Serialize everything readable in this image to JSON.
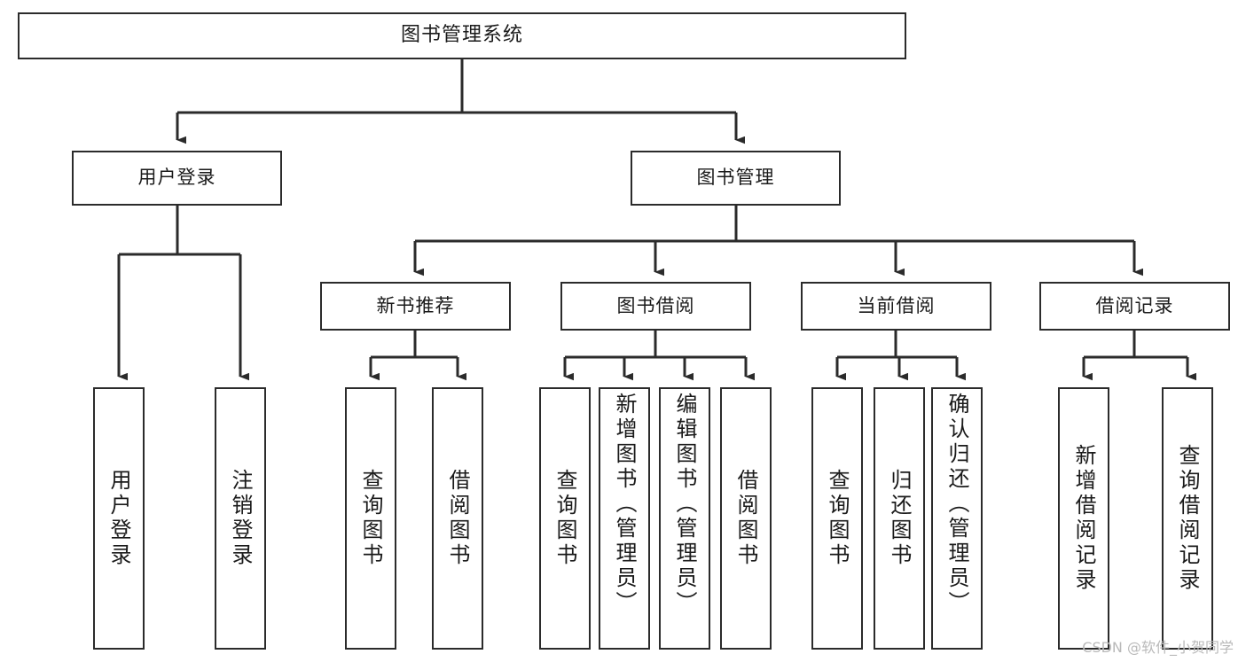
{
  "diagram": {
    "title": "图书管理系统",
    "type": "tree",
    "orientation": "top-down",
    "colors": {
      "box_border": "#2b2b2b",
      "box_fill": "#ffffff",
      "edge": "#2b2b2b",
      "background": "#ffffff",
      "watermark": "#b9b9b9"
    }
  },
  "watermark": {
    "text": "CSDN @软件_小贺同学"
  },
  "nodes": {
    "root": {
      "label": "图书管理系统"
    },
    "level1": [
      {
        "label": "用户登录"
      },
      {
        "label": "图书管理"
      }
    ],
    "level2": [
      {
        "label": "新书推荐"
      },
      {
        "label": "图书借阅"
      },
      {
        "label": "当前借阅"
      },
      {
        "label": "借阅记录"
      }
    ],
    "leaves": {
      "user_login": [
        {
          "label": "用户登录"
        },
        {
          "label": "注销登录"
        }
      ],
      "new_book_recommend": [
        {
          "label": "查询图书"
        },
        {
          "label": "借阅图书"
        }
      ],
      "book_borrow": [
        {
          "label": "查询图书"
        },
        {
          "label": "新增图书（管理员）"
        },
        {
          "label": "编辑图书（管理员）"
        },
        {
          "label": "借阅图书"
        }
      ],
      "current_borrow": [
        {
          "label": "查询图书"
        },
        {
          "label": "归还图书"
        },
        {
          "label": "确认归还（管理员）"
        }
      ],
      "borrow_record": [
        {
          "label": "新增借阅记录"
        },
        {
          "label": "查询借阅记录"
        }
      ]
    }
  },
  "tree_structure": {
    "图书管理系统": {
      "用户登录": [
        "用户登录",
        "注销登录"
      ],
      "图书管理": {
        "新书推荐": [
          "查询图书",
          "借阅图书"
        ],
        "图书借阅": [
          "查询图书",
          "新增图书（管理员）",
          "编辑图书（管理员）",
          "借阅图书"
        ],
        "当前借阅": [
          "查询图书",
          "归还图书",
          "确认归还（管理员）"
        ],
        "借阅记录": [
          "新增借阅记录",
          "查询借阅记录"
        ]
      }
    }
  }
}
